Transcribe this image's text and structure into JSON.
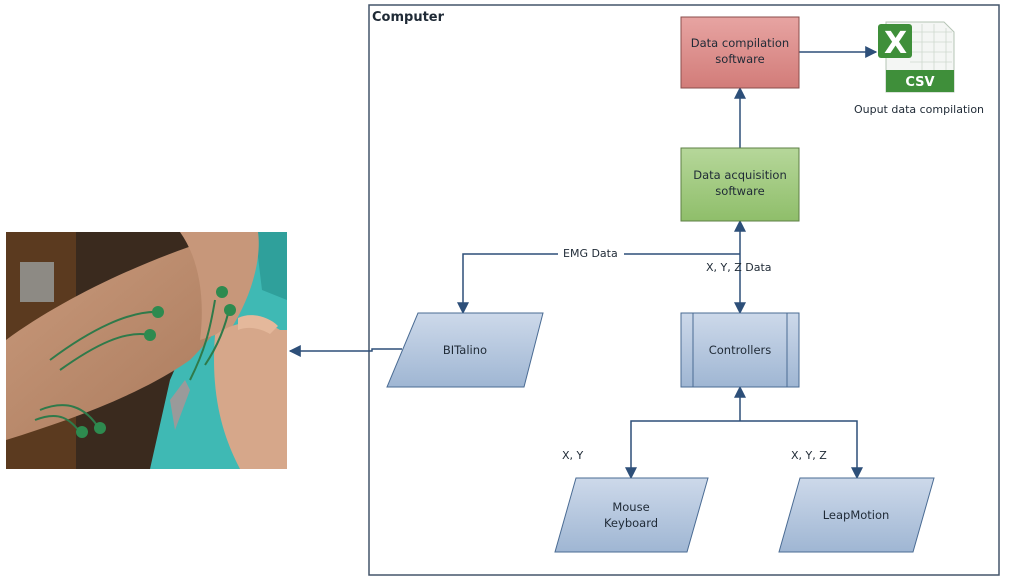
{
  "frame": {
    "title": "Computer"
  },
  "nodes": {
    "data_compilation": {
      "line1": "Data compilation",
      "line2": "software",
      "fill": "#d9817f"
    },
    "data_acquisition": {
      "line1": "Data acquisition",
      "line2": "software",
      "fill": "#9cc47a"
    },
    "controllers": {
      "label": "Controllers",
      "fill": "#b0c4de"
    },
    "bitalino": {
      "label": "BITalino",
      "fill": "#b0c4de"
    },
    "mouse_keyboard": {
      "line1": "Mouse",
      "line2": "Keyboard",
      "fill": "#b0c4de"
    },
    "leapmotion": {
      "label": "LeapMotion",
      "fill": "#b0c4de"
    }
  },
  "edges": {
    "emg": "EMG Data",
    "xyz_controllers": "X, Y, Z Data",
    "xy_mouse": "X, Y",
    "xyz_leap": "X, Y, Z"
  },
  "csv_icon": {
    "badge": "CSV",
    "letter": "X",
    "caption": "Ouput data compilation",
    "color": "#3f8f3a"
  },
  "colors": {
    "arrow": "#2d4f79",
    "frame_border": "#44556a",
    "node_border": "#4a6b93"
  }
}
